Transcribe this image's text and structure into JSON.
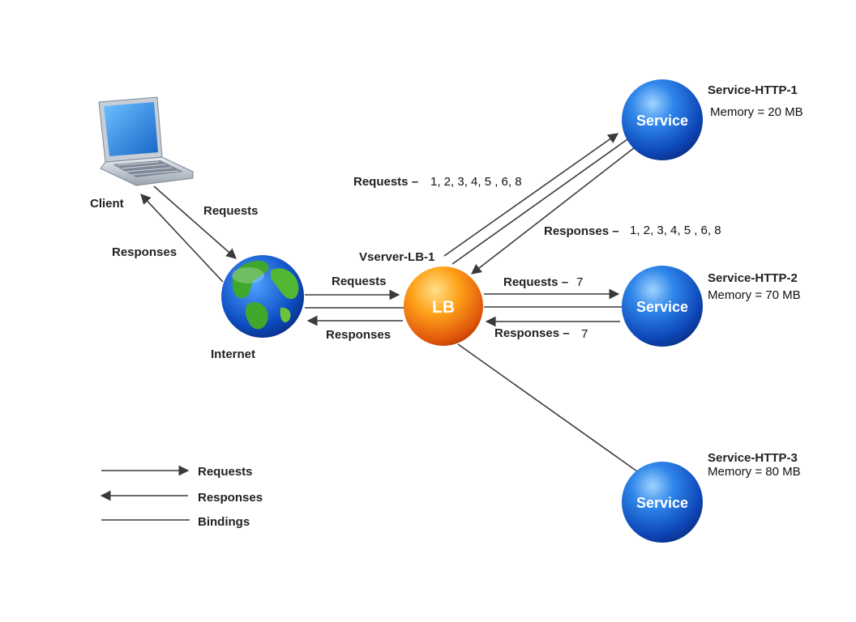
{
  "nodes": {
    "client": {
      "label": "Client"
    },
    "internet": {
      "label": "Internet"
    },
    "vserver": {
      "label": "Vserver-LB-1",
      "badge": "LB"
    },
    "service1": {
      "name": "Service-HTTP-1",
      "memory": "Memory = 20 MB",
      "badge": "Service"
    },
    "service2": {
      "name": "Service-HTTP-2",
      "memory": "Memory = 70 MB",
      "badge": "Service"
    },
    "service3": {
      "name": "Service-HTTP-3",
      "memory": "Memory = 80 MB",
      "badge": "Service"
    }
  },
  "edges": {
    "client_internet_requests": "Requests",
    "client_internet_responses": "Responses",
    "internet_lb_requests": "Requests",
    "internet_lb_responses": "Responses",
    "lb_s1_requests": {
      "label": "Requests –",
      "seq": "1, 2, 3, 4, 5 , 6, 8"
    },
    "lb_s1_responses": {
      "label": "Responses –",
      "seq": "1, 2, 3, 4, 5 , 6, 8"
    },
    "lb_s2_requests": {
      "label": "Requests –",
      "seq": "7"
    },
    "lb_s2_responses": {
      "label": "Responses –",
      "seq": "7"
    }
  },
  "legend": {
    "requests": "Requests",
    "responses": "Responses",
    "bindings": "Bindings"
  },
  "colors": {
    "service_blue": "#1a63d6",
    "lb_orange": "#f07a10",
    "line": "#3a3a3a"
  }
}
